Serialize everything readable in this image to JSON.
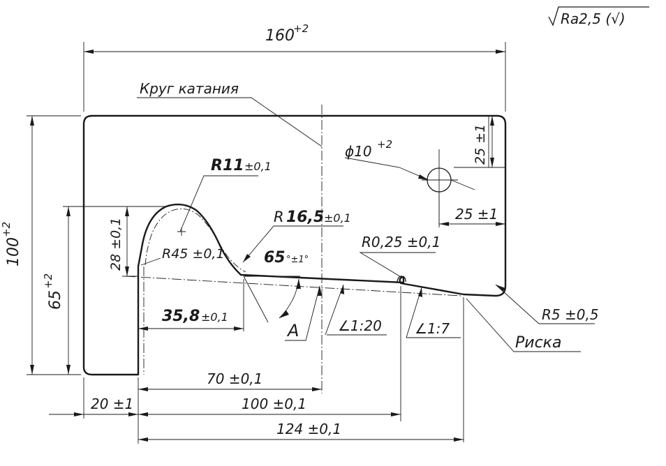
{
  "roughness": "Ra2,5 (√)",
  "dims": {
    "width_160": "160",
    "width_160_tol": "+2",
    "height_100": "100",
    "height_100_tol": "+2",
    "height_65": "65",
    "height_65_tol": "+2",
    "h_28": "28 ±0,1",
    "r11_main": "R11",
    "r11_tol": "±0,1",
    "r45": "R45 ±0,1",
    "r16_prefix": "R",
    "r16_main": "16,5",
    "r16_tol": "±0,1",
    "angle_main": "65",
    "angle_tol": "°±1°",
    "r025": "R0,25 ±0,1",
    "d35_main": "35,8",
    "d35_tol": "±0,1",
    "d70": "70 ±0,1",
    "d100": "100 ±0,1",
    "d124": "124 ±0,1",
    "d20": "20 ±1",
    "hole_dia": "ϕ10",
    "hole_dia_tol": "+2",
    "hole_v25": "25 ±1",
    "hole_h25": "25 ±1",
    "r5": "R5 ±0,5",
    "taper_1_20": "∠1:20",
    "taper_1_7": "∠1:7",
    "label_a": "A"
  },
  "labels": {
    "rolling_circle": "Круг катания",
    "scribe_mark": "Риска"
  }
}
